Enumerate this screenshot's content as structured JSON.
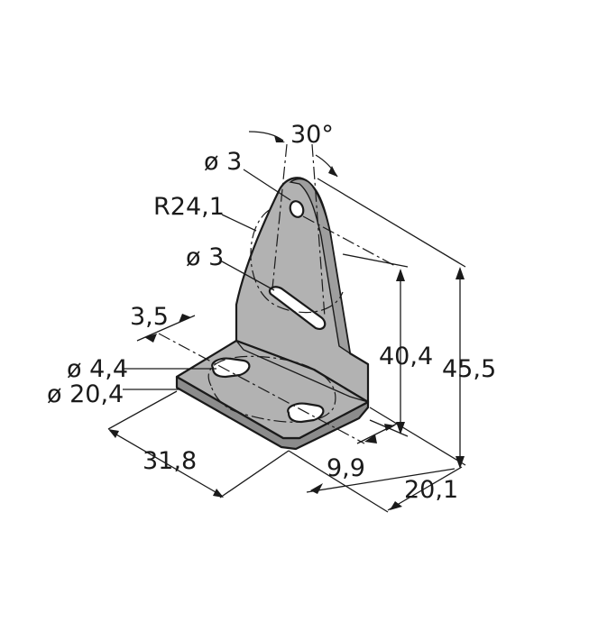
{
  "drawing": {
    "part_color": "#b2b2b2",
    "part_shadow": "#8c8c8c",
    "line_color": "#1a1a1a"
  },
  "labels": {
    "angle": "30°",
    "hole_top": "ø 3",
    "radius": "R24,1",
    "slot_upper": "ø 3",
    "offset": "3,5",
    "hole_bottom": "ø 4,4",
    "circle_base": "ø 20,4",
    "height_hole": "40,4",
    "height_total": "45,5",
    "width_base": "31,8",
    "depth_hole": "9,9",
    "depth_total": "20,1"
  }
}
